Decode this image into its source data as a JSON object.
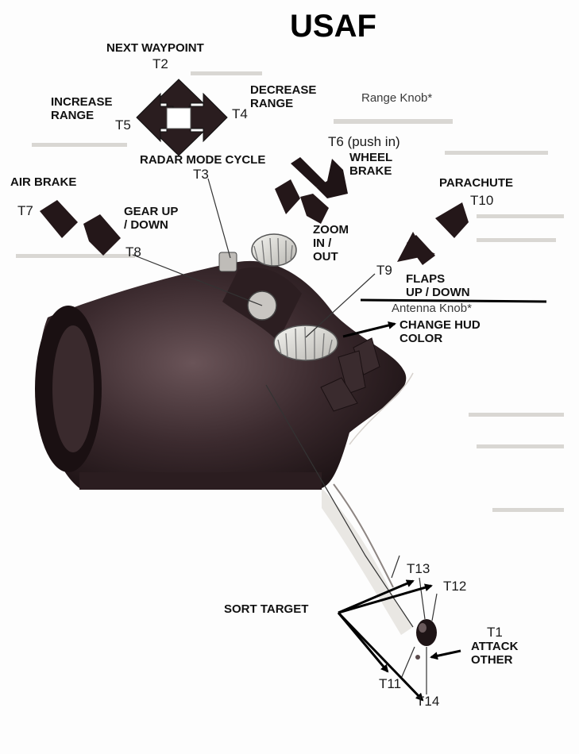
{
  "title": "USAF",
  "labels": {
    "next_waypoint": "NEXT  WAYPOINT",
    "increase_range": "INCREASE\nRANGE",
    "decrease_range": "DECREASE\nRANGE",
    "range_knob": "Range Knob*",
    "radar_mode_cycle": "RADAR MODE CYCLE",
    "t6_push_in": "T6 (push in)",
    "wheel_brake": "WHEEL\nBRAKE",
    "air_brake": "AIR BRAKE",
    "gear_up_down": "GEAR UP\n/ DOWN",
    "parachute": "PARACHUTE",
    "zoom_in_out": "ZOOM\nIN /\nOUT",
    "flaps_up_down": "FLAPS\nUP / DOWN",
    "antenna_knob": "Antenna Knob*",
    "change_hud_color": "CHANGE HUD\nCOLOR",
    "sort_target": "SORT  TARGET",
    "attack_other": "ATTACK\nOTHER"
  },
  "tags": {
    "t1": "T1",
    "t2": "T2",
    "t3": "T3",
    "t4": "T4",
    "t5": "T5",
    "t7": "T7",
    "t8": "T8",
    "t9": "T9",
    "t10": "T10",
    "t11": "T11",
    "t12": "T12",
    "t13": "T13",
    "t14": "T14"
  }
}
